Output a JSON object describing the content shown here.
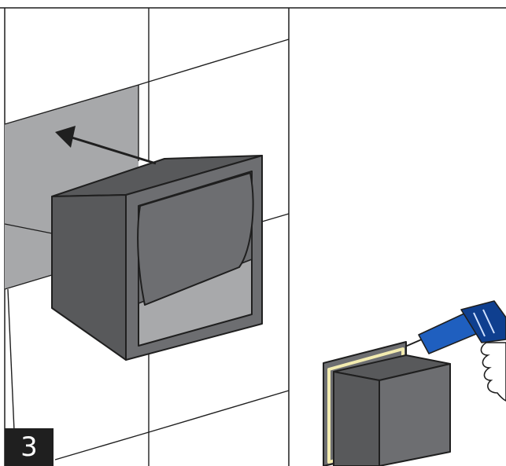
{
  "step": {
    "number": "3"
  },
  "panels": [
    {
      "id": "install-niche",
      "depicts": [
        "tiled-wall",
        "recess-cavity",
        "wall-niche",
        "insertion-arrow-icon"
      ]
    },
    {
      "id": "apply-sealant",
      "depicts": [
        "wall-niche-box",
        "sealant-bead",
        "caulking-gun-icon",
        "hand-icon"
      ]
    }
  ],
  "colors": {
    "outline": "#1f1f1f",
    "tile": "#ffffff",
    "recess": "#a7a8aa",
    "niche_front": "#6d6e71",
    "niche_side": "#58595b",
    "niche_inner": "#a8a9ab",
    "sealant": "#f3ecb0",
    "gun_body": "#1f5fbf",
    "gun_dark": "#0f3f8f"
  }
}
